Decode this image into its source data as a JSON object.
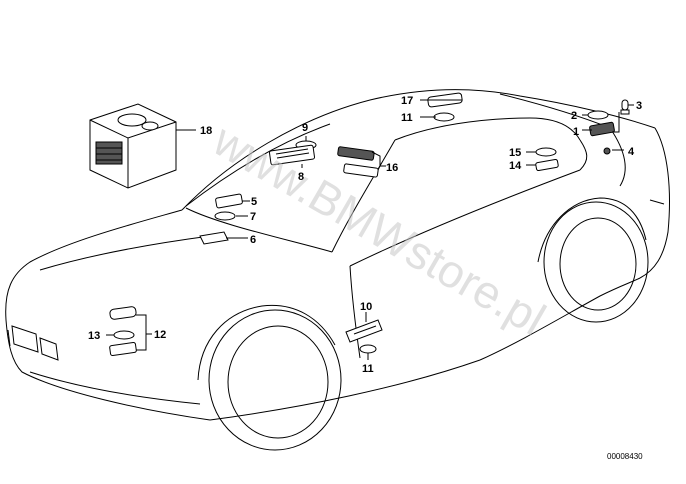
{
  "watermark": "www.BMWstore.pl",
  "diagram_code": "00008430",
  "callouts": [
    {
      "id": "c1",
      "label": "1"
    },
    {
      "id": "c2",
      "label": "2"
    },
    {
      "id": "c3",
      "label": "3"
    },
    {
      "id": "c4",
      "label": "4"
    },
    {
      "id": "c5",
      "label": "5"
    },
    {
      "id": "c6",
      "label": "6"
    },
    {
      "id": "c7",
      "label": "7"
    },
    {
      "id": "c8",
      "label": "8"
    },
    {
      "id": "c9",
      "label": "9"
    },
    {
      "id": "c10",
      "label": "10"
    },
    {
      "id": "c11a",
      "label": "11"
    },
    {
      "id": "c11b",
      "label": "11"
    },
    {
      "id": "c12",
      "label": "12"
    },
    {
      "id": "c13",
      "label": "13"
    },
    {
      "id": "c14",
      "label": "14"
    },
    {
      "id": "c15",
      "label": "15"
    },
    {
      "id": "c16",
      "label": "16"
    },
    {
      "id": "c17",
      "label": "17"
    },
    {
      "id": "c18",
      "label": "18"
    }
  ]
}
